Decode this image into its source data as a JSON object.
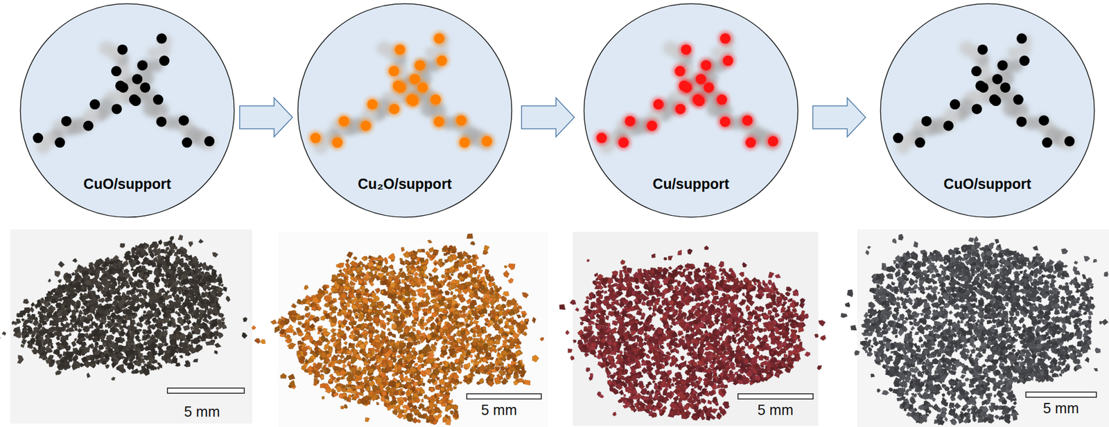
{
  "diagram": {
    "nodes": [
      {
        "text": [
          "CuO/support"
        ]
      },
      {
        "text": [
          "Cu₂O/support"
        ]
      },
      {
        "text": [
          "Cu/support"
        ]
      },
      {
        "text": [
          "CuO/support"
        ]
      }
    ],
    "edges": [
      {
        "from": 0,
        "to": 1,
        "arrow": "to"
      },
      {
        "from": 1,
        "to": 2,
        "arrow": "to"
      },
      {
        "from": 2,
        "to": 3,
        "arrow": "to"
      }
    ],
    "labels": [
      "5 mm",
      "5 mm",
      "5 mm",
      "5 mm"
    ]
  }
}
